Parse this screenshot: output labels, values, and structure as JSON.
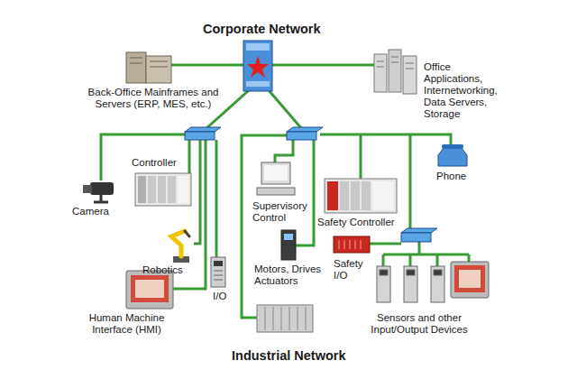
{
  "diagram": {
    "title": "Corporate Network",
    "caption": "Industrial Network",
    "nodes": [
      {
        "text": [
          "Back-Office Mainframes and Servers (ERP, MES, etc.)"
        ]
      },
      {
        "text": [
          "Office Applications, Internetworking, Data Servers, Storage"
        ]
      },
      {
        "text": [
          "Controller"
        ]
      },
      {
        "text": [
          "Camera"
        ]
      },
      {
        "text": [
          "Robotics"
        ]
      },
      {
        "text": [
          "I/O"
        ]
      },
      {
        "text": [
          "Human Machine Interface (HMI)"
        ]
      },
      {
        "text": [
          "Supervisory Control"
        ]
      },
      {
        "text": [
          "Motors, Drives Actuators"
        ]
      },
      {
        "text": [
          "Safety Controller"
        ]
      },
      {
        "text": [
          "Phone"
        ]
      },
      {
        "text": [
          "Safety I/O"
        ]
      },
      {
        "text": [
          "Sensors and other Input/Output Devices"
        ]
      }
    ]
  }
}
